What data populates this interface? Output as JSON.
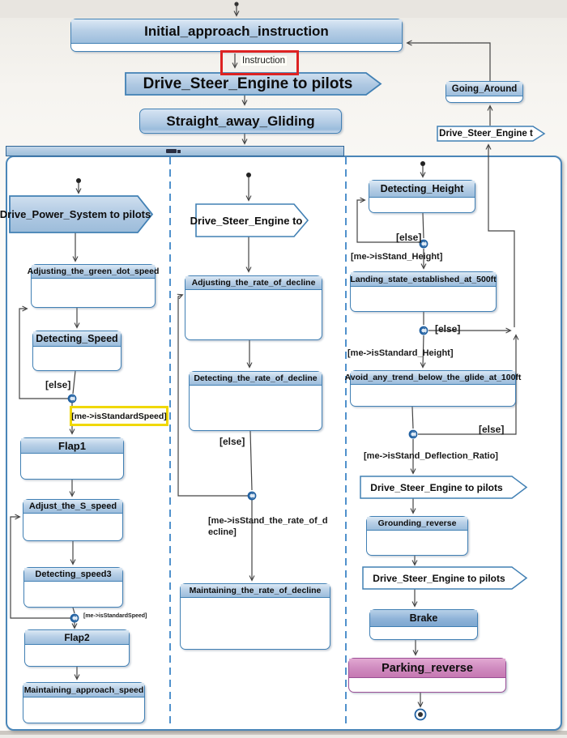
{
  "header": {
    "initial_box": "Initial_approach_instruction",
    "instruction_label": "Instruction",
    "drive_steer_pentagon": "Drive_Steer_Engine to pilots",
    "straight_box": "Straight_away_Gliding",
    "going_around_box": "Going_Around",
    "drive_steer_small_pentagon": "Drive_Steer_Engine t"
  },
  "lane1": {
    "pentagon": "Drive_Power_System to pilots",
    "adjusting_green_dot": "Adjusting_the_green_dot_speed",
    "detecting_speed": "Detecting_Speed",
    "else_guard": "[else]",
    "standard_speed_guard": "[me->isStandardSpeed]",
    "flap1": "Flap1",
    "adjust_s_speed": "Adjust_the_S_speed",
    "detecting_speed3": "Detecting_speed3",
    "standard_speed_guard_small": "[me->isStandardSpeed]",
    "flap2": "Flap2",
    "maintaining_approach_speed": "Maintaining_approach_speed"
  },
  "lane2": {
    "pentagon": "Drive_Steer_Engine to",
    "adjusting_rate": "Adjusting_the_rate_of_decline",
    "detecting_rate": "Detecting_the_rate_of_decline",
    "else_guard": "[else]",
    "rate_guard_line1": "[me->isStand_the_rate_of_d",
    "rate_guard_line2": "ecline]",
    "maintaining_rate": "Maintaining_the_rate_of_decline"
  },
  "lane3": {
    "detecting_height": "Detecting_Height",
    "else_guard_1": "[else]",
    "stand_height_guard": "[me->isStand_Height]",
    "landing_500": "Landing_state_established_at_500ft",
    "else_guard_2": "[else]",
    "standard_height_guard": "[me->isStandard_Height]",
    "avoid_100": "Avoid_any_trend_below_the_glide_at_100ft",
    "else_guard_3": "[else]",
    "deflection_guard": "[me->isStand_Deflection_Ratio]",
    "drive_steer_pentagon_1": "Drive_Steer_Engine to pilots",
    "grounding_reverse": "Grounding_reverse",
    "drive_steer_pentagon_2": "Drive_Steer_Engine to pilots",
    "brake": "Brake",
    "parking_reverse": "Parking_reverse"
  },
  "colors": {
    "node_border": "#4180b4",
    "header_blue": "#9cbddc",
    "highlight_red": "#dd2222",
    "highlight_yellow": "#f0d800",
    "parking_pink": "#c678b2",
    "parking_border": "#9b4f96",
    "lane_dash_blue": "#3d85c6"
  }
}
